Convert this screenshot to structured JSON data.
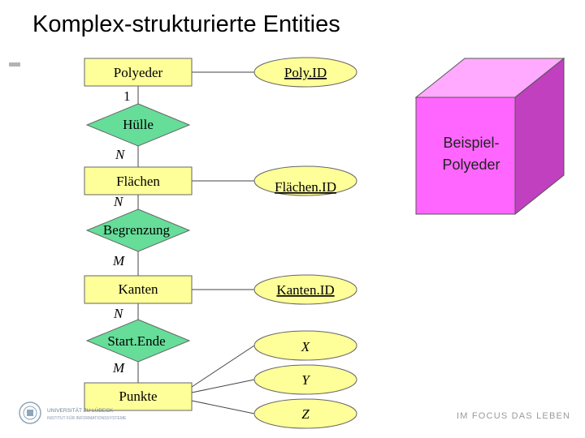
{
  "slide": {
    "title": "Komplex-strukturierte Entities"
  },
  "diagram": {
    "entities": {
      "polyeder": "Polyeder",
      "flaechen": "Flächen",
      "kanten": "Kanten",
      "punkte": "Punkte"
    },
    "relationships": {
      "huelle": "Hülle",
      "begrenzung": "Begrenzung",
      "startende": "Start.Ende"
    },
    "attributes": {
      "poly_id": "Poly.ID",
      "flaechen_id": "Flächen.ID",
      "kanten_id": "Kanten.ID",
      "x": "X",
      "y": "Y",
      "z": "Z"
    },
    "cardinalities": {
      "polyeder_huelle": "1",
      "huelle_flaechen": "N",
      "flaechen_begrenzung": "N",
      "begrenzung_kanten": "M",
      "kanten_startende": "N",
      "startende_punkte": "M"
    },
    "example": {
      "label_line1": "Beispiel-",
      "label_line2": "Polyeder"
    }
  },
  "footer": {
    "university": "UNIVERSITÄT ZU LÜBECK",
    "institute": "INSTITUT FÜR INFORMATIONSSYSTEME",
    "slogan": "IM FOCUS DAS LEBEN"
  },
  "colors": {
    "entity_fill": "#ffff99",
    "relationship_fill": "#66dd99",
    "cube_front": "#ff66ff",
    "cube_top": "#ffaaff",
    "cube_side": "#c040c0"
  }
}
